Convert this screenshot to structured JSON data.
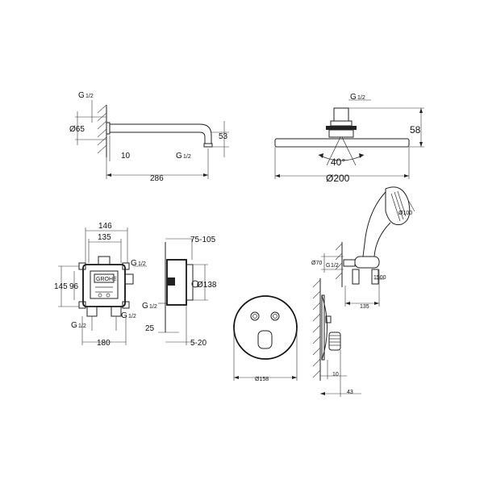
{
  "shower_arm": {
    "thread_top": "G",
    "thread_top_frac": "1/2",
    "diameter": "Ø65",
    "wall_offset": "10",
    "length": "286",
    "thread_bottom": "G",
    "thread_bottom_frac": "1/2",
    "drop": "53"
  },
  "head_shower": {
    "thread": "G",
    "thread_frac": "1/2",
    "height": "58",
    "angle": "40°",
    "diameter": "Ø200"
  },
  "hand_shower": {
    "diameter": "Ø100",
    "outlet_diameter": "Ø70",
    "thread": "G",
    "thread_frac": "1/2",
    "hose_length": "1500",
    "projection": "135"
  },
  "rough_in_front": {
    "width_outer": "146",
    "width_inner": "135",
    "height_outer": "145",
    "height_inner": "96",
    "thread_top": "G",
    "thread_top_frac": "1/2",
    "thread_bottom_left": "G",
    "thread_bottom_left_frac": "1/2",
    "thread_bottom_right": "G",
    "thread_bottom_right_frac": "1/2",
    "base_width": "180",
    "brand": "GROHE"
  },
  "rough_in_side": {
    "depth_range": "75-105",
    "thread": "G",
    "thread_frac": "1/2",
    "diameter": "Ø138",
    "depth": "25",
    "finish_range": "5-20"
  },
  "trim_plate": {
    "diameter": "Ø158"
  },
  "trim_side": {
    "projection": "10",
    "depth": "43"
  }
}
